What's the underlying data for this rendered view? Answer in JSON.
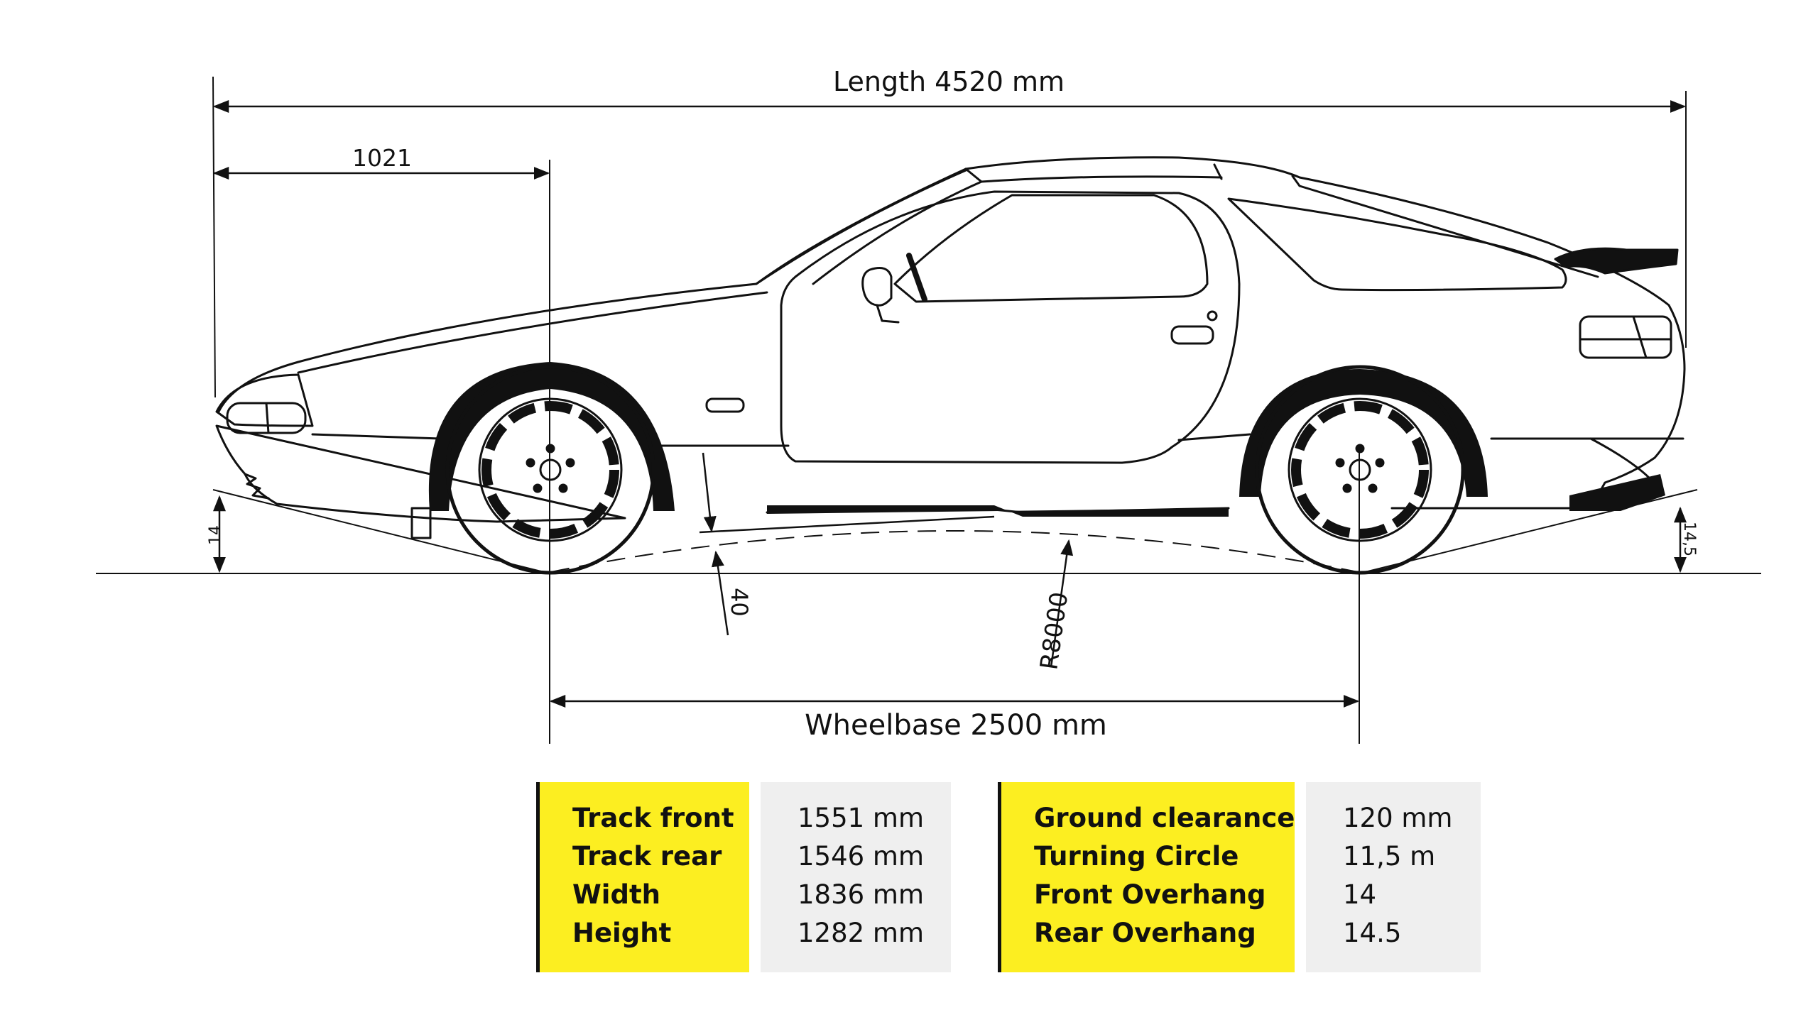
{
  "dimensions": {
    "length": "Length 4520 mm",
    "front_to_axle": "1021",
    "wheelbase": "Wheelbase 2500 mm",
    "front_angle": "14",
    "rear_angle": "14,5",
    "ramp_clearance": "40",
    "radius": "R8000"
  },
  "specs_left": [
    {
      "label": "Track front",
      "value": "1551 mm"
    },
    {
      "label": "Track rear",
      "value": "1546 mm"
    },
    {
      "label": "Width",
      "value": "1836 mm"
    },
    {
      "label": "Height",
      "value": "1282 mm"
    }
  ],
  "specs_right": [
    {
      "label": "Ground clearance",
      "value": "120 mm"
    },
    {
      "label": "Turning Circle",
      "value": "11,5 m"
    },
    {
      "label": "Front Overhang",
      "value": "14"
    },
    {
      "label": "Rear Overhang",
      "value": "14.5"
    }
  ],
  "colors": {
    "label_bg": "#fcee21",
    "value_bg": "#efefef",
    "line": "#111111"
  }
}
